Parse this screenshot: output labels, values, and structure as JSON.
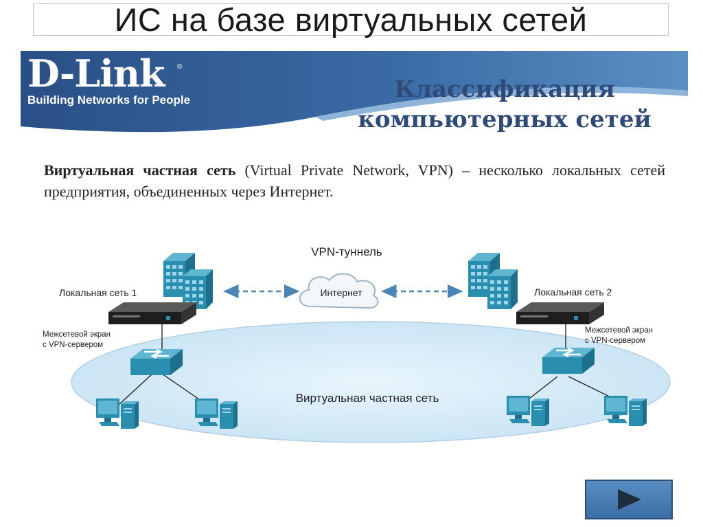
{
  "slide": {
    "title": "ИС на базе виртуальных сетей"
  },
  "banner": {
    "logo": "D-Link",
    "logo_mark": "®",
    "tagline": "Building Networks for People",
    "heading_line1": "Классификация",
    "heading_line2": "компьютерных сетей"
  },
  "definition": {
    "term": "Виртуальная частная сеть",
    "text": " (Virtual Private Network, VPN) – несколько локальных сетей предприятия, объединенных через Интернет."
  },
  "diagram": {
    "tunnel_label": "VPN-туннель",
    "internet_label": "Интернет",
    "lan1_label": "Локальная сеть 1",
    "lan2_label": "Локальная сеть 2",
    "firewall1_line1": "Межсетевой экран",
    "firewall1_line2": "с VPN-сервером",
    "firewall2_line1": "Межсетевой экран",
    "firewall2_line2": "с VPN-сервером",
    "vpn_label": "Виртуальная частная сеть"
  },
  "colors": {
    "banner_blue": "#2d5890",
    "ellipse_fill": "#d3ebf8",
    "device_teal": "#2a8fae",
    "arrow_blue": "#4a86b5"
  },
  "nav": {
    "next_icon": "play-arrow-icon"
  }
}
